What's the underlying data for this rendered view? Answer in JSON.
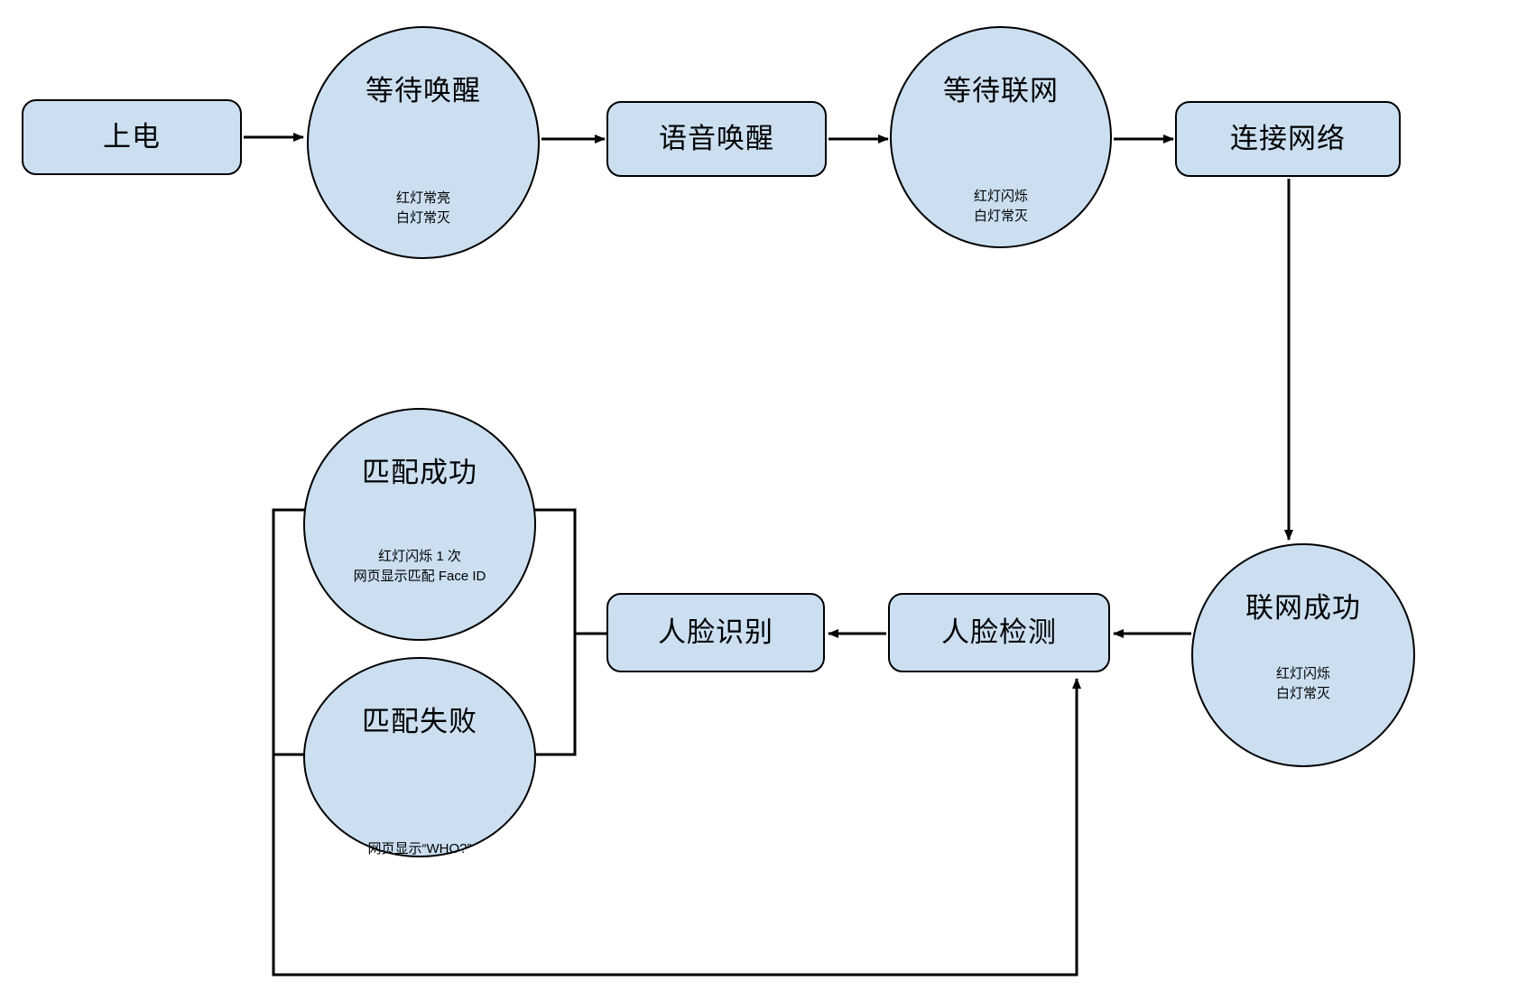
{
  "diagram": {
    "title_text": "",
    "style": {
      "node_fill": "#cbdff1",
      "node_stroke": "#000000",
      "edge_color": "#000000",
      "background": "#ffffff"
    },
    "nodes": [
      {
        "id": "power",
        "shape": "rounded-rect",
        "title": "上电",
        "sub": ""
      },
      {
        "id": "wait-wake",
        "shape": "circle",
        "title": "等待唤醒",
        "sub_line1": "红灯常亮",
        "sub_line2": "白灯常灭"
      },
      {
        "id": "voice-wake",
        "shape": "rounded-rect",
        "title": "语音唤醒",
        "sub": ""
      },
      {
        "id": "wait-net",
        "shape": "circle",
        "title": "等待联网",
        "sub_line1": "红灯闪烁",
        "sub_line2": "白灯常灭"
      },
      {
        "id": "connect-net",
        "shape": "rounded-rect",
        "title": "连接网络",
        "sub": ""
      },
      {
        "id": "net-ok",
        "shape": "circle",
        "title": "联网成功",
        "sub_line1": "红灯闪烁",
        "sub_line2": "白灯常灭"
      },
      {
        "id": "face-detect",
        "shape": "rounded-rect",
        "title": "人脸检测",
        "sub": ""
      },
      {
        "id": "face-recog",
        "shape": "rounded-rect",
        "title": "人脸识别",
        "sub": ""
      },
      {
        "id": "match-ok",
        "shape": "circle",
        "title": "匹配成功",
        "sub_line1": "红灯闪烁 1 次",
        "sub_line2": "网页显示匹配 Face ID"
      },
      {
        "id": "match-fail",
        "shape": "circle",
        "title": "匹配失败",
        "sub_line1": "网页显示“WHO?”",
        "sub_line2": ""
      }
    ],
    "edges": [
      {
        "from": "power",
        "to": "wait-wake",
        "label": "",
        "arrow": true
      },
      {
        "from": "wait-wake",
        "to": "voice-wake",
        "label": "",
        "arrow": true
      },
      {
        "from": "voice-wake",
        "to": "wait-net",
        "label": "",
        "arrow": true
      },
      {
        "from": "wait-net",
        "to": "connect-net",
        "label": "",
        "arrow": true
      },
      {
        "from": "connect-net",
        "to": "net-ok",
        "label": "",
        "arrow": true
      },
      {
        "from": "net-ok",
        "to": "face-detect",
        "label": "",
        "arrow": true
      },
      {
        "from": "face-detect",
        "to": "face-recog",
        "label": "",
        "arrow": true
      },
      {
        "from": "face-recog",
        "to": "match-ok",
        "label": "",
        "arrow": false
      },
      {
        "from": "face-recog",
        "to": "match-fail",
        "label": "",
        "arrow": false
      },
      {
        "from": "match-fail",
        "to": "face-detect",
        "label": "",
        "arrow": true
      }
    ]
  }
}
